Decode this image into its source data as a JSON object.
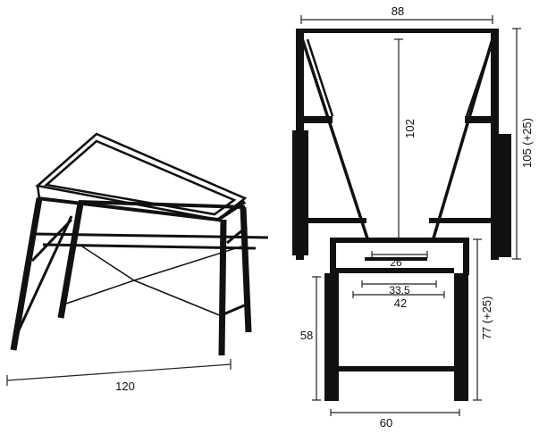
{
  "drawing": {
    "colors": {
      "ink": "#111111",
      "paper": "#ffffff",
      "dimension": "#222222"
    },
    "dimensions": {
      "perspective_length": "120",
      "hopper_top_width": "88",
      "hopper_height": "102",
      "frame_height": "105 (+25)",
      "hopper_outlet_width": "26",
      "inner_span": "33,5",
      "inner_span_outer": "42",
      "stand_leg_height": "58",
      "stand_total_height": "77 (+25)",
      "stand_width": "60"
    }
  }
}
